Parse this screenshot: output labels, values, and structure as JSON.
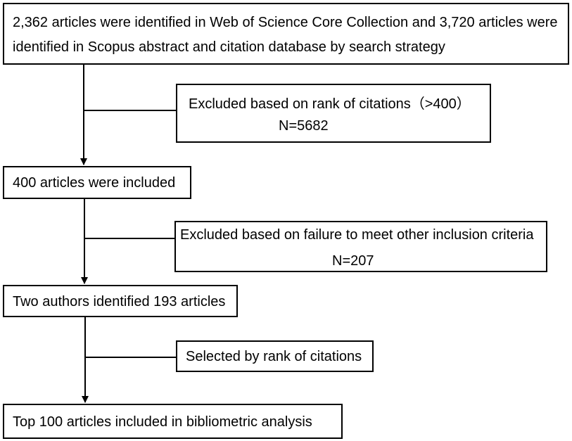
{
  "flowchart": {
    "identified": {
      "line1": "2,362 articles were identified in Web of Science Core Collection and 3,720 articles were",
      "line2": "identified in Scopus abstract and citation database by search strategy"
    },
    "exclusion1": {
      "text": "Excluded based on rank of citations（>400）",
      "count": "N=5682"
    },
    "included400": {
      "text": "400 articles were included"
    },
    "exclusion2": {
      "text": "Excluded based on failure to meet other inclusion criteria",
      "count": "N=207"
    },
    "identified193": {
      "text": "Two authors identified 193 articles"
    },
    "selection": {
      "text": "Selected by rank of citations"
    },
    "final": {
      "text": "Top 100 articles included in bibliometric analysis"
    }
  },
  "colors": {
    "line": "#000000",
    "box_fill": "#ffffff",
    "text": "#000000"
  }
}
